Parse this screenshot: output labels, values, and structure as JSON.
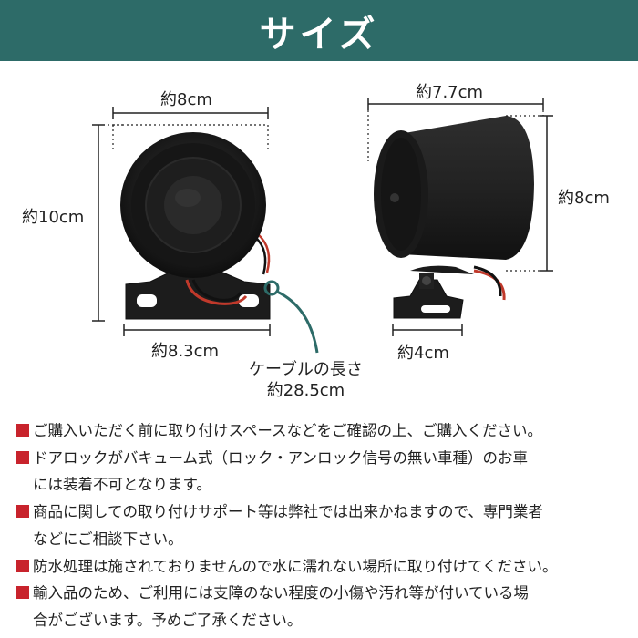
{
  "header": {
    "title": "サイズ",
    "bg_color": "#2d6b68"
  },
  "dimensions": {
    "front_width": "約8cm",
    "front_height": "約10cm",
    "front_base_width": "約8.3cm",
    "side_depth": "約7.7cm",
    "side_height": "約8cm",
    "side_base_width": "約4cm"
  },
  "cable": {
    "line1": "ケーブルの長さ",
    "line2": "約28.5cm",
    "marker_color": "#2d6b68"
  },
  "notes": [
    {
      "text": "ご購入いただく前に取り付けスペースなどをご確認の上、ご購入ください。"
    },
    {
      "text": "ドアロックがバキューム式（ロック・アンロック信号の無い車種）のお車\nには装着不可となります。"
    },
    {
      "text": "商品に関しての取り付けサポート等は弊社では出来かねますので、専門業者\nなどにご相談下さい。"
    },
    {
      "text": "防水処理は施されておりませんので水に濡れない場所に取り付けてください。"
    },
    {
      "text": "輸入品のため、ご利用には支障のない程度の小傷や汚れ等が付いている場\n合がございます。予めご了承ください。"
    }
  ],
  "colors": {
    "bullet": "#c8232c"
  }
}
